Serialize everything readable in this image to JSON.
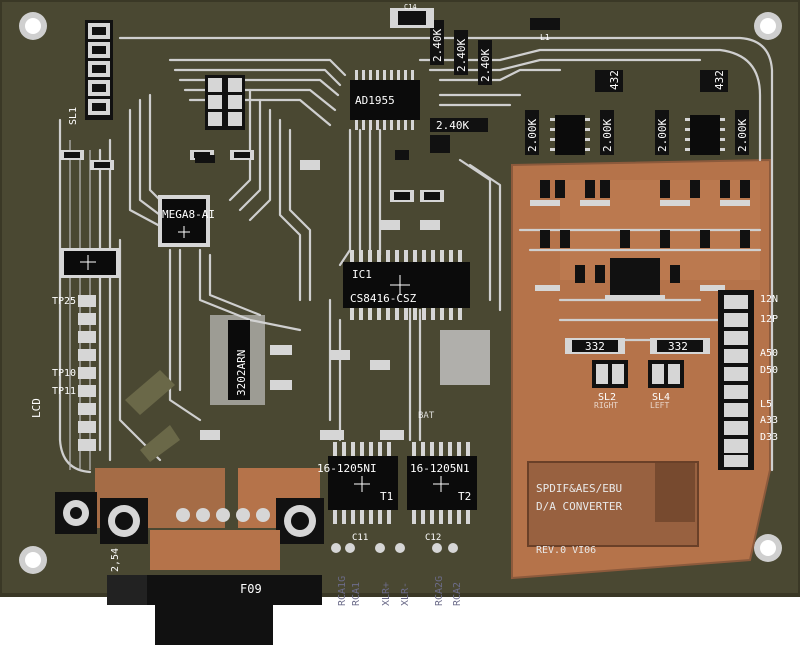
{
  "colors": {
    "board": "#4a4832",
    "copper": "#b5734a",
    "copper_dark": "#8c5a3c",
    "silver": "#d6d6d6",
    "chip": "#0b0b0b",
    "background": "#ffffff"
  },
  "labels": {
    "ic_ad1955": "AD1955",
    "ic_mega8": "MEGA8-AI",
    "ic1_ref": "IC1",
    "ic1_part": "CS8416-CSZ",
    "ic_3202": "3202ARN",
    "ic_t1_part": "16-1205NI",
    "ic_t1_ref": "T1",
    "ic_t2_part": "16-1205N1",
    "ic_t2_ref": "T2",
    "res_240k_a": "2.40K",
    "res_240k_b": "2.40K",
    "res_240k_c": "2.40K",
    "res_240k_d": "2.40K",
    "res_200k_a": "2.00K",
    "res_200k_b": "2.00K",
    "res_200k_c": "2.00K",
    "res_200k_d": "2.00K",
    "res_332_a": "332",
    "res_332_b": "332",
    "res_432_a": "432",
    "res_432_b": "432",
    "sl1": "SL1",
    "sl2": "SL2",
    "sl4": "SL4",
    "f09": "F09",
    "lcd": "LCD",
    "dim_254": "2,54",
    "c11": "C11",
    "c12": "C12",
    "c14": "C14",
    "bat": "BAT",
    "l1": "L1",
    "tp25": "TP25",
    "tp10": "TP10",
    "tp11": "TP11",
    "right": "RIGHT",
    "left": "LEFT",
    "title_line1": "SPDIF&AES/EBU",
    "title_line2": "D/A CONVERTER",
    "revision": "REV.0 VI06",
    "right_headers": [
      "12N",
      "12P",
      "A50",
      "D50",
      "L5",
      "A33",
      "D33"
    ],
    "bottom_io": [
      "RCA1G",
      "RCA1",
      "XLR+",
      "XLR-",
      "RCA2G",
      "RCA2"
    ]
  }
}
